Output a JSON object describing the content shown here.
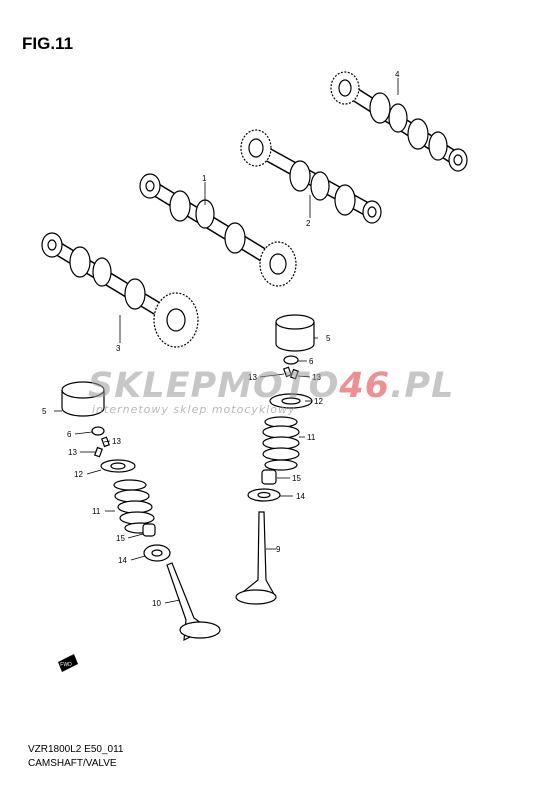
{
  "figure": {
    "title": "FIG.11",
    "model_code": "VZR1800L2 E50_011",
    "name": "CAMSHAFT/VALVE"
  },
  "watermark": {
    "brand_before": "SKLEPMOTO",
    "brand_accent": "46",
    "brand_after": ".PL",
    "tagline": "internetowy sklep motocyklowy",
    "accent_color": "#e0202a"
  },
  "callouts": {
    "c1": "1",
    "c2": "2",
    "c3": "3",
    "c4": "4",
    "c5a": "5",
    "c5b": "5",
    "c6a": "6",
    "c6b": "6",
    "c13a": "13",
    "c13b": "13",
    "c13c": "13",
    "c13d": "13",
    "c12a": "12",
    "c12b": "12",
    "c11a": "11",
    "c11b": "11",
    "c15a": "15",
    "c15b": "15",
    "c14a": "14",
    "c14b": "14",
    "c9": "9",
    "c10": "10"
  },
  "fwd_badge": "FWD"
}
